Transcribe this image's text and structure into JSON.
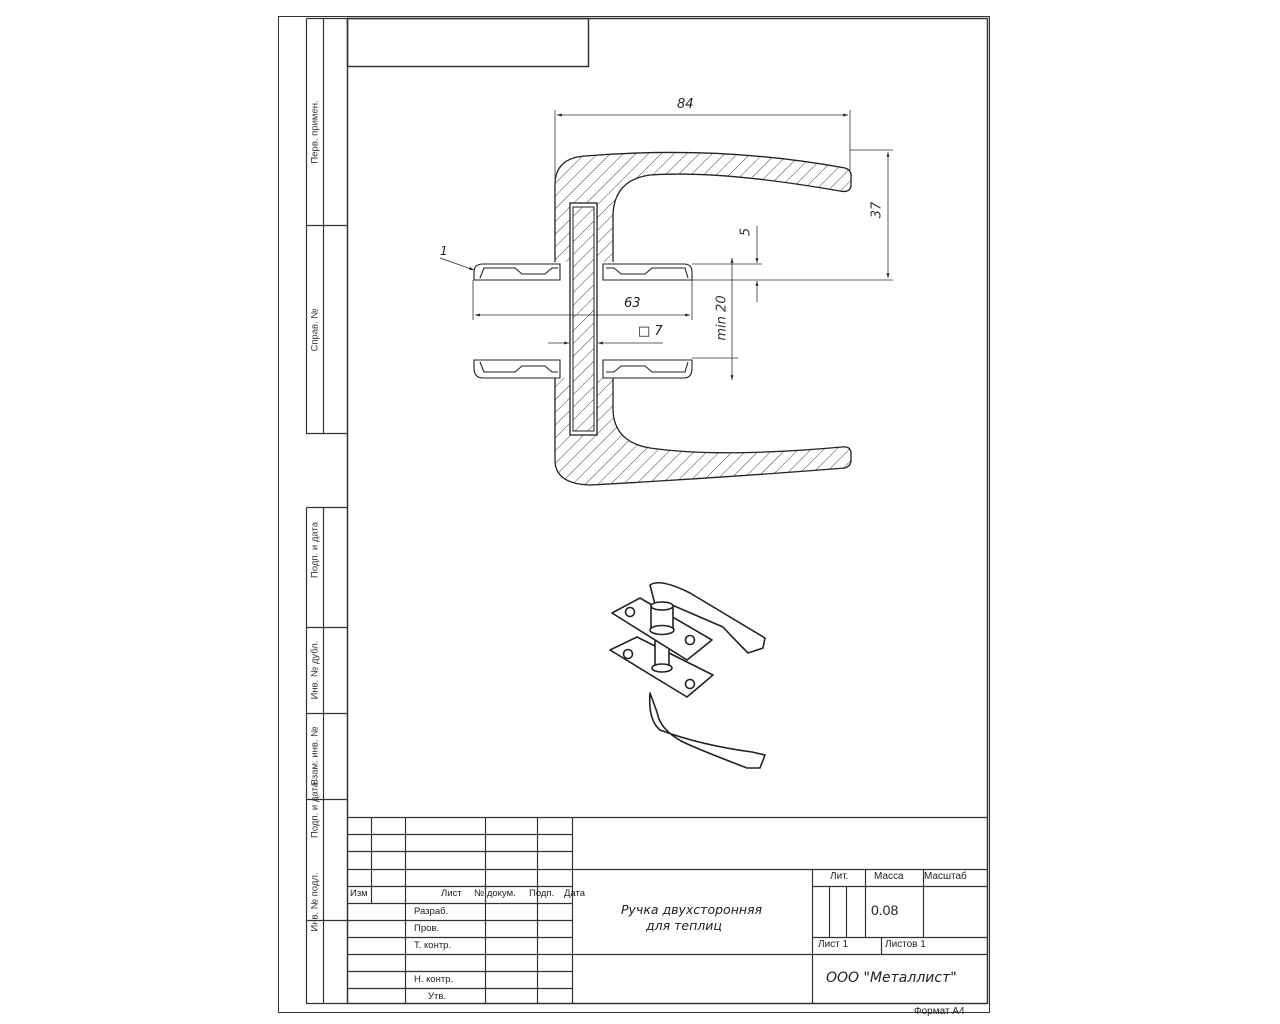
{
  "side_stamps": [
    "Перв. примен.",
    "Справ. №",
    "Подп. и дата",
    "Инв. № дубл.",
    "Взам. инв. №",
    "Подп. и дата",
    "Инв. № подл."
  ],
  "dimensions": {
    "overall_width": "84",
    "height": "37",
    "offset": "5",
    "rosette_span": "63",
    "min_door": "min 20",
    "square_shaft": "□ 7",
    "part_callout": "1"
  },
  "title_block": {
    "headers": {
      "izm": "Изм",
      "list": "Лист",
      "doc_no": "№ докум.",
      "sign": "Подп.",
      "date": "Дата"
    },
    "roles": [
      "Разраб.",
      "Пров.",
      "Т. контр.",
      "",
      "Н. контр.",
      "Утв."
    ],
    "title_line1": "Ручка двухсторонняя",
    "title_line2": "для теплиц",
    "lit_label": "Лит.",
    "mass_label": "Масса",
    "scale_label": "Масштаб",
    "mass_value": "0.08",
    "sheet": "Лист 1",
    "sheets": "Листов 1",
    "company": "ООО \"Металлист\"",
    "format": "Формат А4"
  }
}
